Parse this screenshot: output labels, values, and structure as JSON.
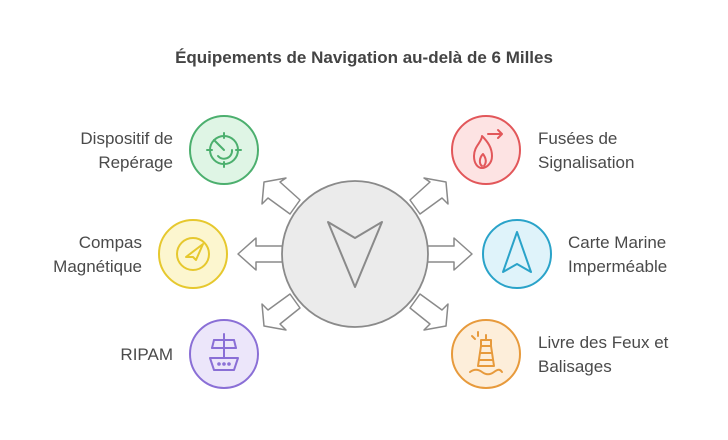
{
  "title": "Équipements de Navigation au-delà de 6 Milles",
  "items": [
    {
      "lines": [
        "Dispositif de",
        "Repérage"
      ],
      "icon": "radar-icon",
      "color": "#4caf6e",
      "fill": "#dff5e5"
    },
    {
      "lines": [
        "Compas",
        "Magnétique"
      ],
      "icon": "compass-icon",
      "color": "#e6c82e",
      "fill": "#fcf6cf"
    },
    {
      "lines": [
        "RIPAM"
      ],
      "icon": "ship-icon",
      "color": "#8a6fd6",
      "fill": "#ece6fa"
    },
    {
      "lines": [
        "Fusées de",
        "Signalisation"
      ],
      "icon": "flare-icon",
      "color": "#e2575a",
      "fill": "#fde3e3"
    },
    {
      "lines": [
        "Carte Marine",
        "Imperméable"
      ],
      "icon": "chart-arrow-icon",
      "color": "#2aa3c9",
      "fill": "#dff3fa"
    },
    {
      "lines": [
        "Livre des Feux et",
        "Balisages"
      ],
      "icon": "lighthouse-icon",
      "color": "#e79a3c",
      "fill": "#fdeeda"
    }
  ],
  "center": {
    "icon": "navigation-arrow-icon",
    "color": "#888888",
    "fill": "#ebebeb"
  }
}
